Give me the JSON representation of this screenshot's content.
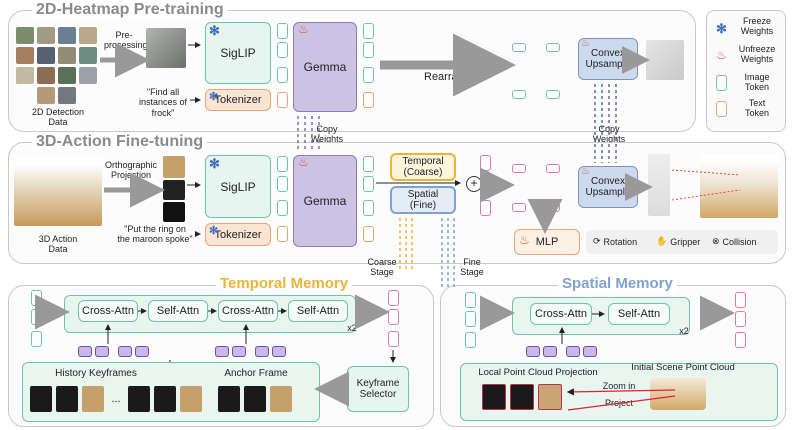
{
  "sections": {
    "pretrain": "2D-Heatmap Pre-training",
    "finetune": "3D-Action Fine-tuning",
    "temporal": "Temporal Memory",
    "spatial": "Spatial Memory"
  },
  "pretrain": {
    "data_label": "2D Detection\nData",
    "preprocess": "Pre-\nprocessing",
    "prompt": "\"Find all\ninstances of\nfrock\"",
    "siglip": "SigLIP",
    "tokenizer": "Tokenizer",
    "gemma": "Gemma",
    "rearrange": "Rearrange",
    "upsample": "Convex\nUpsample"
  },
  "copy_weights": "Copy\nWeights",
  "finetune": {
    "projection": "Orthographic\nProjection",
    "data_label": "3D Action\nData",
    "prompt": "\"Put the ring on\nthe maroon spoke\"",
    "siglip": "SigLIP",
    "tokenizer": "Tokenizer",
    "gemma": "Gemma",
    "temporal_coarse": "Temporal\n(Coarse)",
    "spatial_fine": "Spatial\n(Fine)",
    "upsample": "Convex\nUpsample",
    "mlp": "MLP",
    "heads": [
      "Rotation",
      "Gripper",
      "Collision"
    ],
    "coarse_stage": "Coarse\nStage",
    "fine_stage": "Fine\nStage"
  },
  "temporal_memory": {
    "blocks": [
      "Cross-Attn",
      "Self-Attn",
      "Cross-Attn",
      "Self-Attn"
    ],
    "repeat": "x2",
    "history": "History Keyframes",
    "anchor": "Anchor Frame",
    "selector": "Keyframe\nSelector",
    "ellipsis": "..."
  },
  "spatial_memory": {
    "blocks": [
      "Cross-Attn",
      "Self-Attn"
    ],
    "repeat": "x2",
    "local": "Local Point Cloud Projection",
    "initial": "Initial Scene Point Cloud",
    "zoom": "Zoom in",
    "project": "Project"
  },
  "legend": {
    "items": [
      "Freeze\nWeights",
      "Unfreeze\nWeights",
      "Image\nToken",
      "Text\nToken"
    ]
  },
  "colors": {
    "temporal": "#e8b53a",
    "spatial": "#7fa3cf",
    "green": "#6fc3a7",
    "orange": "#eaa374",
    "purple": "#8c7cb8",
    "pink": "#e07a9a"
  }
}
